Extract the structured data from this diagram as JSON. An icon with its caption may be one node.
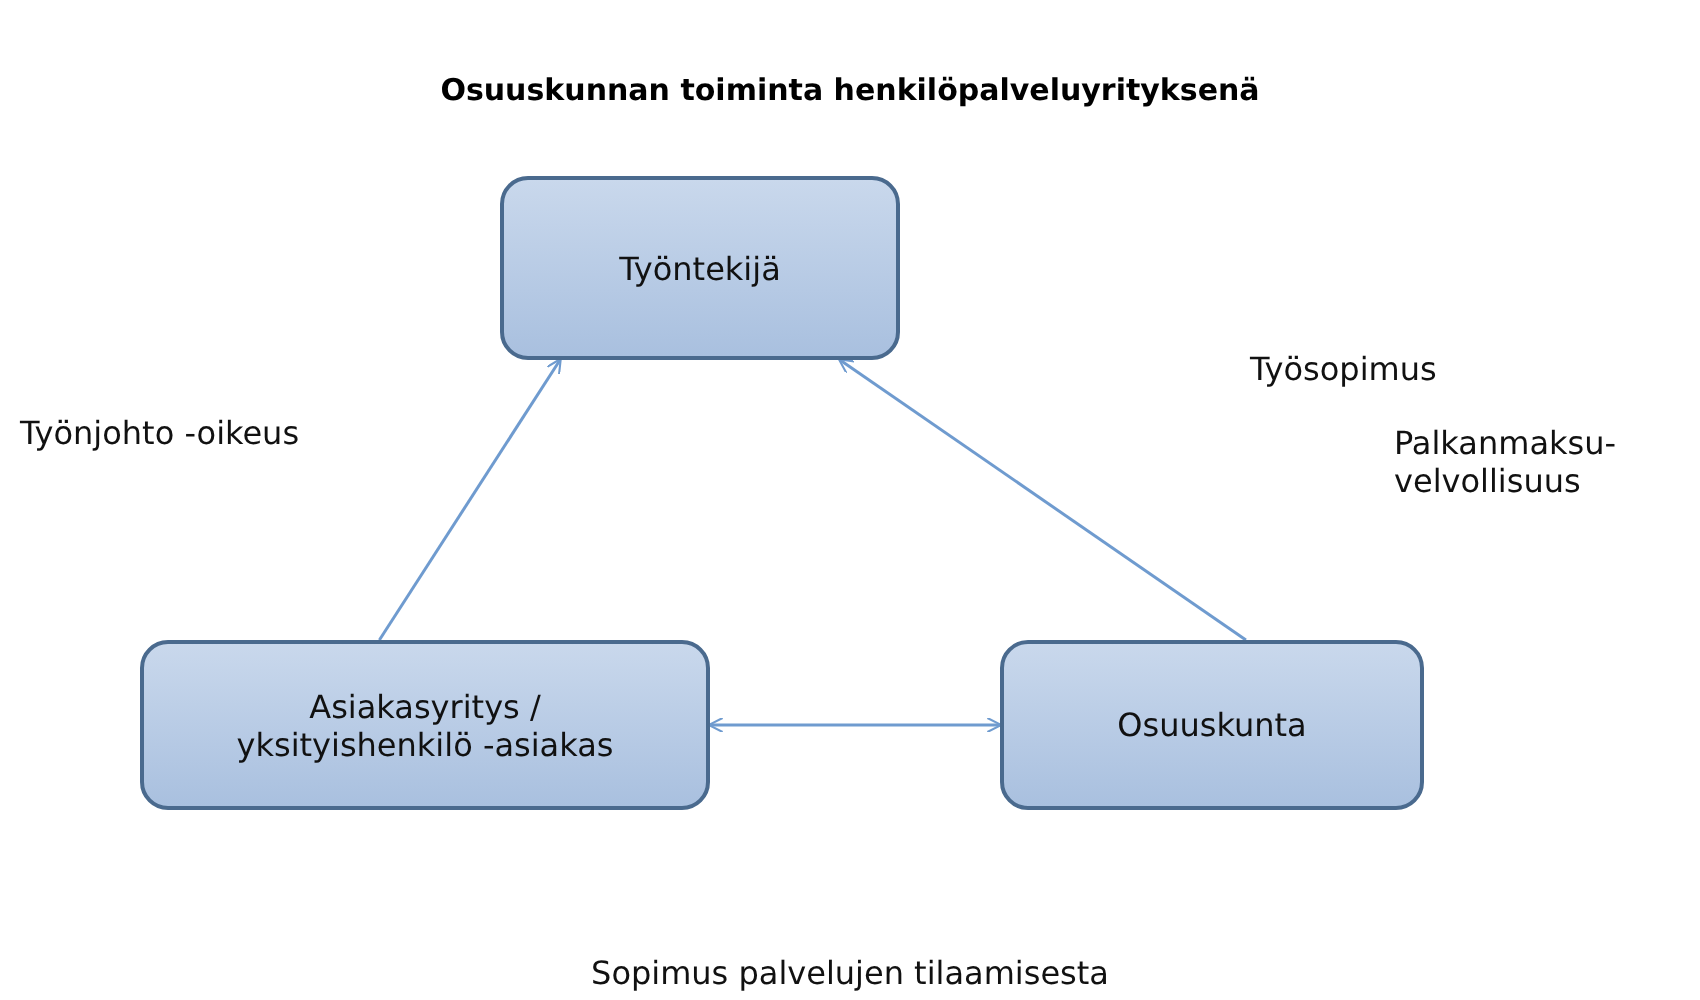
{
  "diagram": {
    "title": "Osuuskunnan toiminta henkilöpalveluyrityksenä",
    "nodes": [
      {
        "text": [
          "Työntekijä"
        ]
      },
      {
        "text": [
          "Asiakasyritys / yksityishenkilö -asiakas"
        ]
      },
      {
        "text": [
          "Osuuskunta"
        ]
      }
    ],
    "edges": [
      {
        "from": 1,
        "to": 0,
        "arrow": "to"
      },
      {
        "from": 2,
        "to": 0,
        "arrow": "to"
      },
      {
        "from": 1,
        "to": 2,
        "arrow": "both"
      }
    ],
    "labels": [
      "Työnjohto -oikeus",
      "Työsopimus",
      "Palkanmaksu-velvollisuus",
      "Sopimus palvelujen tilaamisesta"
    ]
  }
}
